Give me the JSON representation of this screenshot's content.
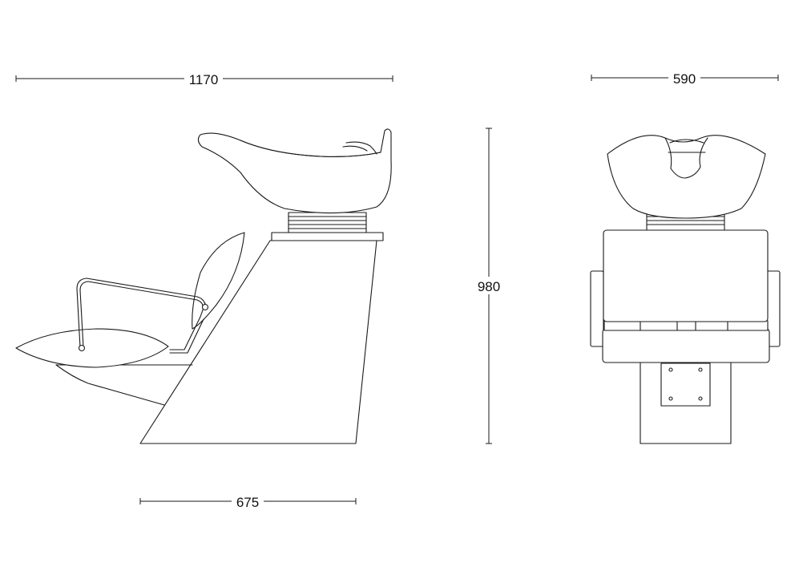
{
  "dimensions": {
    "side_width": "1170",
    "depth": "675",
    "height": "980",
    "front_width": "590"
  },
  "colors": {
    "line": "#1a1a1a",
    "background": "#ffffff"
  }
}
